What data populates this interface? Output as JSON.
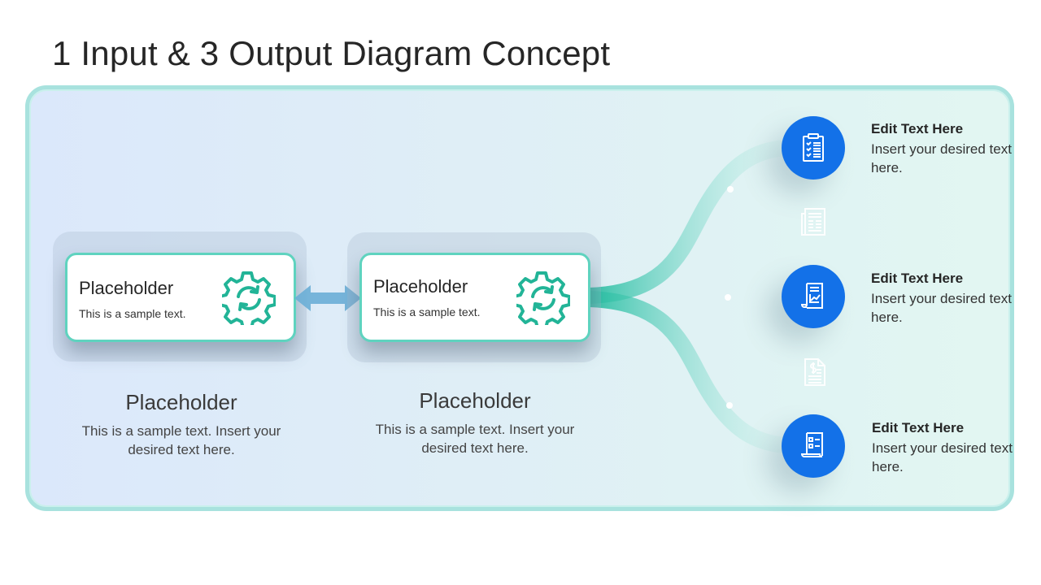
{
  "slide": {
    "title": "1 Input & 3 Output Diagram Concept"
  },
  "colors": {
    "accent_teal": "#2bbfa3",
    "circle_blue": "#1371e8",
    "arrow_blue": "#6aaed6",
    "panel_border": "#a8e2de"
  },
  "input_cards": [
    {
      "title": "Placeholder",
      "text": "This is a sample text.",
      "icon": "gear-sync-icon",
      "caption_title": "Placeholder",
      "caption_text": "This is a sample text. Insert your desired text here."
    },
    {
      "title": "Placeholder",
      "text": "This is a sample text.",
      "icon": "gear-sync-icon",
      "caption_title": "Placeholder",
      "caption_text": "This is a sample text. Insert your desired text here."
    }
  ],
  "connector": {
    "icon": "double-arrow-icon"
  },
  "outputs": [
    {
      "title": "Edit Text Here",
      "text": "Insert your desired text here.",
      "icon": "clipboard-checklist-icon"
    },
    {
      "title": "Edit Text Here",
      "text": "Insert your desired text here.",
      "icon": "report-chart-icon"
    },
    {
      "title": "Edit Text Here",
      "text": "Insert your desired text here.",
      "icon": "scroll-list-icon"
    }
  ],
  "separator_icons": [
    "newspaper-icon",
    "invoice-dollar-icon"
  ]
}
